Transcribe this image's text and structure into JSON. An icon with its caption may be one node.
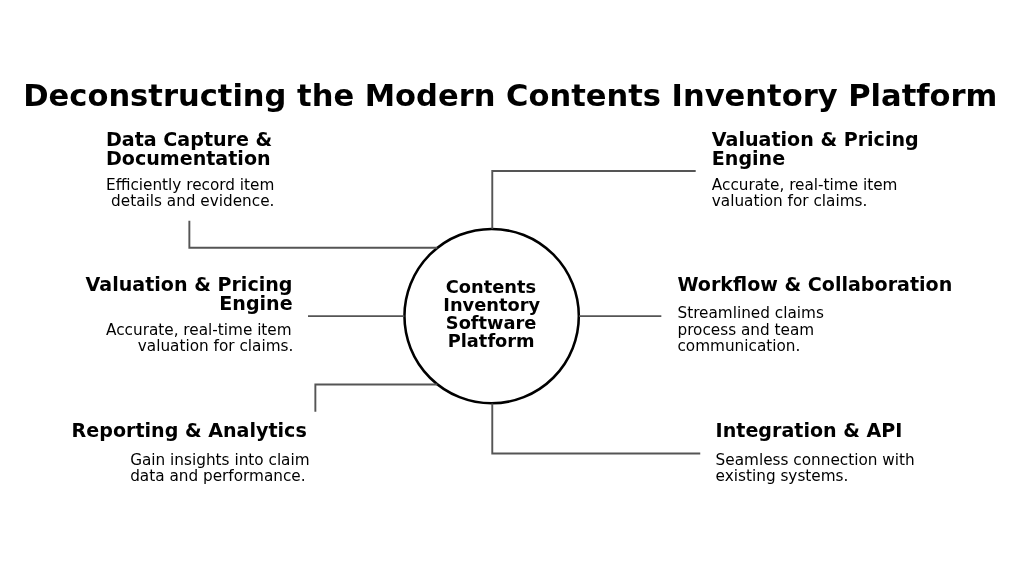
{
  "diagram": {
    "title": "Deconstructing the Modern Contents Inventory Platform",
    "nodes": [
      {
        "text": [
          "Data Capture & Documentation",
          "Efficiently record item details and evidence."
        ]
      },
      {
        "text": [
          "Valuation & Pricing Engine",
          "Accurate, real-time item valuation for claims."
        ]
      },
      {
        "text": [
          "Reporting & Analytics",
          "Gain insights into claim data and performance."
        ]
      },
      {
        "text": [
          "Contents Inventory Software Platform"
        ]
      },
      {
        "text": [
          "Valuation & Pricing Engine",
          "Accurate, real-time item valuation for claims."
        ]
      },
      {
        "text": [
          "Workflow & Collaboration",
          "Streamlined claims process and team communication."
        ]
      },
      {
        "text": [
          "Integration & API",
          "Seamless connection with existing systems."
        ]
      }
    ],
    "edges": [
      {
        "from": 0,
        "to": 3,
        "arrow": "none"
      },
      {
        "from": 1,
        "to": 3,
        "arrow": "none"
      },
      {
        "from": 2,
        "to": 3,
        "arrow": "none"
      },
      {
        "from": 3,
        "to": 4,
        "arrow": "none"
      },
      {
        "from": 3,
        "to": 5,
        "arrow": "none"
      },
      {
        "from": 3,
        "to": 6,
        "arrow": "none"
      }
    ]
  }
}
